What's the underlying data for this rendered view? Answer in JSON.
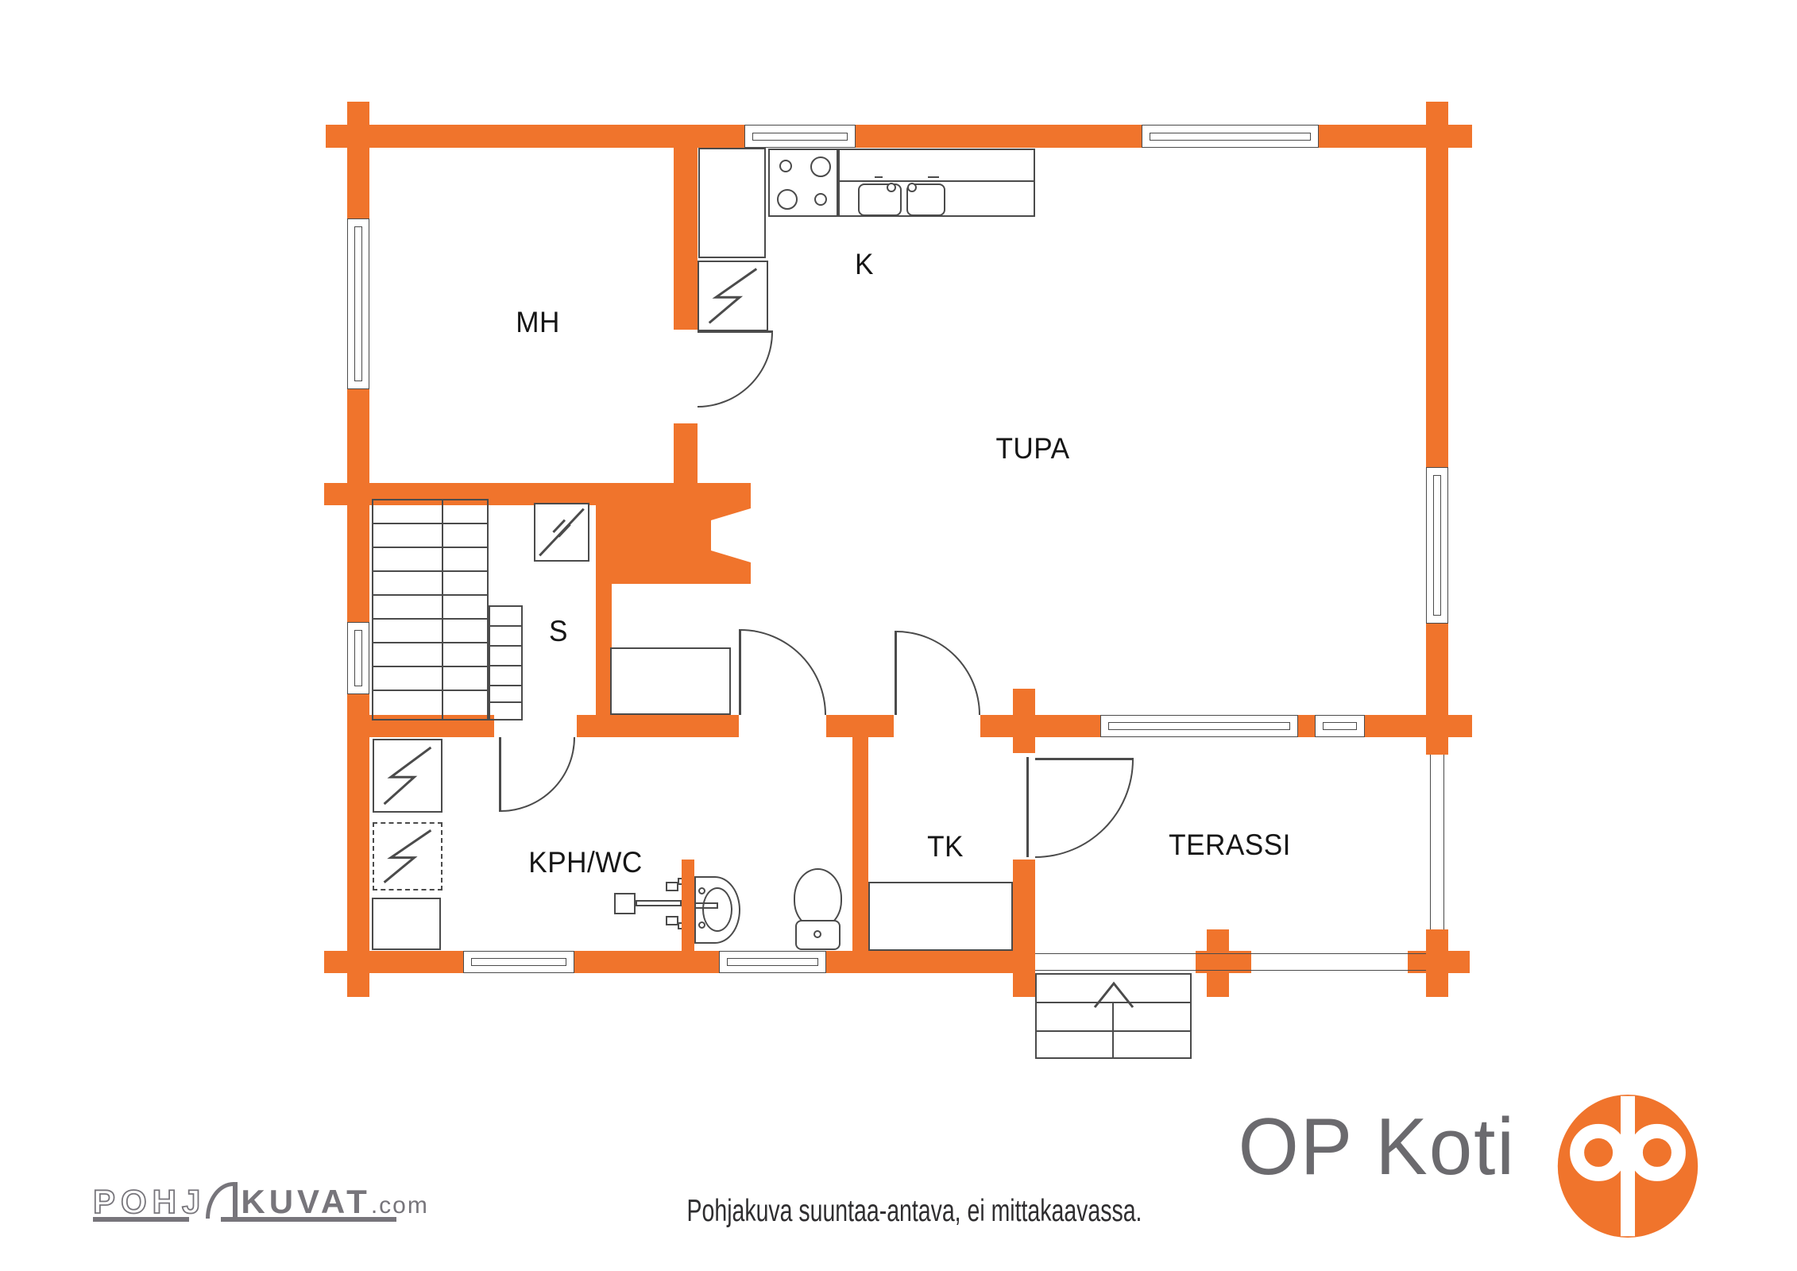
{
  "colors": {
    "wall": "#F0742C",
    "line": "#4B4B4B",
    "label": "#161616",
    "logo_gray": "#77757B",
    "footer_text": "#2F2E30"
  },
  "rooms": [
    {
      "id": "mh",
      "label": "MH"
    },
    {
      "id": "k",
      "label": "K"
    },
    {
      "id": "tupa",
      "label": "TUPA"
    },
    {
      "id": "s",
      "label": "S"
    },
    {
      "id": "kph_wc",
      "label": "KPH/WC"
    },
    {
      "id": "tk",
      "label": "TK"
    },
    {
      "id": "terassi",
      "label": "TERASSI"
    }
  ],
  "fixtures": [
    "kitchen-cabinet",
    "refrigerator",
    "stove",
    "kitchen-sink",
    "fireplace",
    "sauna-stove",
    "stairs",
    "closet",
    "washing-machine",
    "washing-machine-reserved",
    "bathroom-cabinet",
    "shower-mixer",
    "washbasin",
    "toilet",
    "entry-steps",
    "terrace-railing"
  ],
  "footer": {
    "disclaimer": "Pohjakuva suuntaa-antava, ei mittakaavassa."
  },
  "branding": {
    "pohjakuvat": {
      "prefix": "POHJ",
      "main": "KUVAT",
      "tld": ".com"
    },
    "op_koti": {
      "wordmark": "OP Koti"
    }
  }
}
